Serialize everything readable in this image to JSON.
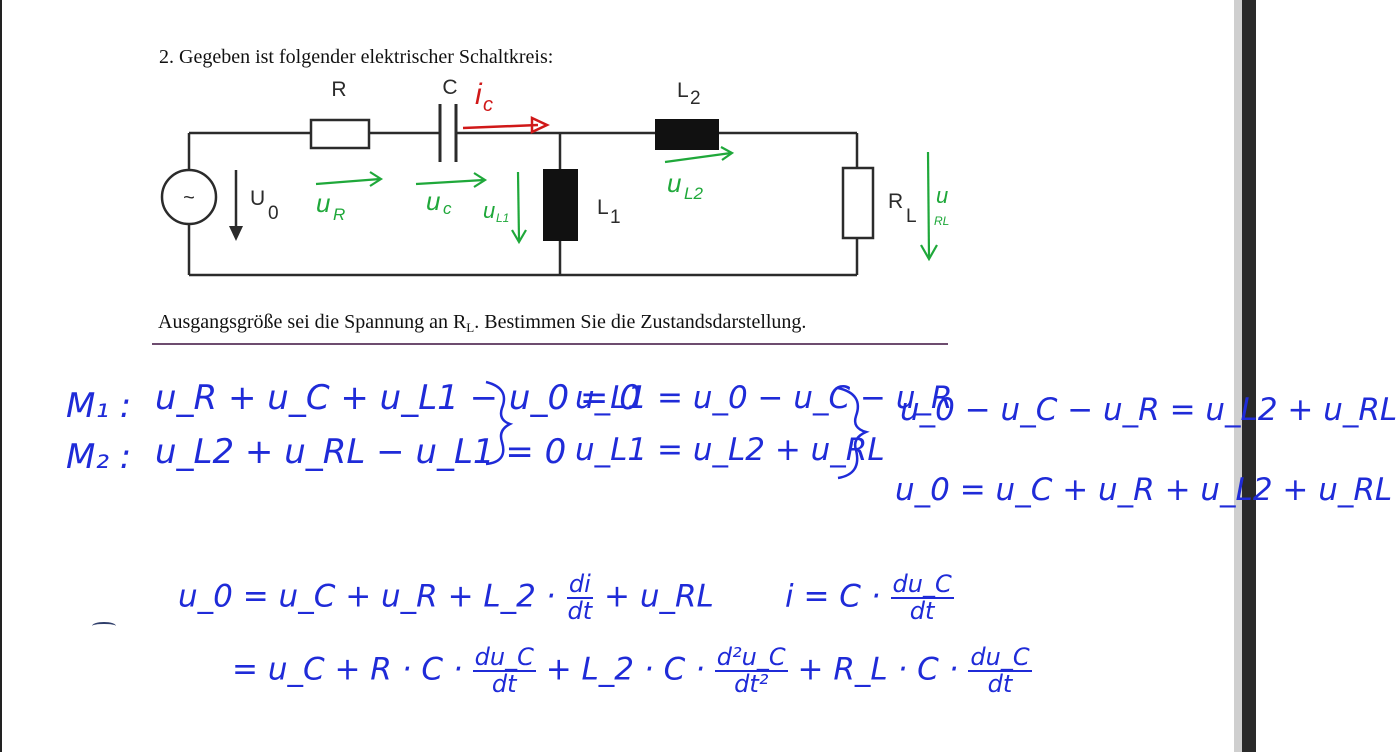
{
  "task": {
    "number": "2.",
    "text": "Gegeben ist folgender elektrischer Schaltkreis:"
  },
  "circuit": {
    "labels": {
      "R": "R",
      "C": "C",
      "L2": "L",
      "L2_sub": "2",
      "L1": "L",
      "L1_sub": "1",
      "RL": "R",
      "RL_sub": "L",
      "U0": "U",
      "U0_sub": "0",
      "source": "~"
    },
    "annotations": {
      "ic": "i",
      "ic_sub": "c",
      "uR": "u",
      "uR_sub": "R",
      "uC": "u",
      "uC_sub": "c",
      "uL1": "u",
      "uL1_sub": "L1",
      "uL2": "u",
      "uL2_sub": "L2",
      "uRL": "u",
      "uRL_sub": "RL"
    },
    "colors": {
      "wire": "#2b2b2b",
      "current": "#d01818",
      "voltage": "#1fa83a"
    }
  },
  "output_statement": {
    "before": "Ausgangsgröße sei die Spannung an R",
    "sub": "L",
    "after": ". Bestimmen Sie die Zustandsdarstellung."
  },
  "handwriting": {
    "color": "#1f2bd8",
    "mesh1_label": "M₁ :",
    "mesh1_eq": "u_R + u_C + u_L1 − u_0 = 0",
    "mesh2_label": "M₂ :",
    "mesh2_eq": "u_L2 + u_RL − u_L1 = 0",
    "uL1_from_m1": "u_L1 = u_0 − u_C − u_R",
    "uL1_from_m2": "u_L1 = u_L2 + u_RL",
    "combined1": "u_0 − u_C − u_R = u_L2 + u_RL",
    "combined2": "u_0 = u_C + u_R + u_L2 + u_RL",
    "line1_start": "u_0 = u_C + u_R + L_2 ·",
    "line1_frac_num": "di",
    "line1_frac_den": "dt",
    "line1_end": "+ u_RL",
    "current_lhs": "i = C ·",
    "current_num": "du_C",
    "current_den": "dt",
    "line2_start": "= u_C + R · C ·",
    "line2_frac1_num": "du_C",
    "line2_frac1_den": "dt",
    "line2_mid": "+ L_2 · C ·",
    "line2_frac2_num": "d²u_C",
    "line2_frac2_den": "dt²",
    "line2_mid2": "+ R_L · C ·",
    "line2_frac3_num": "du_C",
    "line2_frac3_den": "dt"
  }
}
